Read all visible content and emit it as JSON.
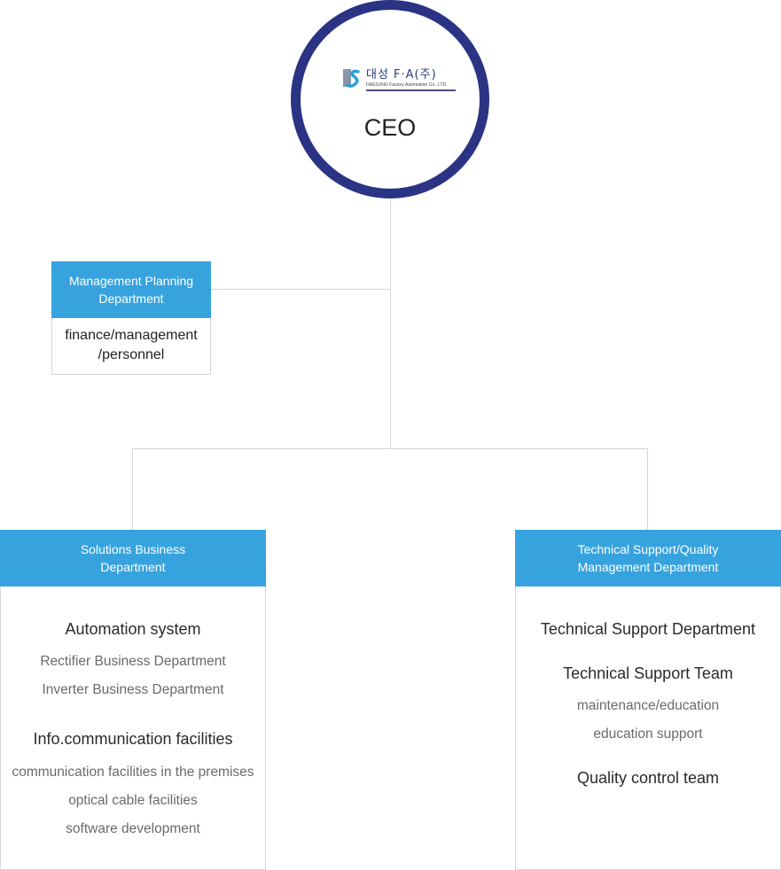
{
  "ceo": {
    "logo_korean": "대성 F·A(주)",
    "logo_english": "DAESUNG Factory Automation Co., LTD.",
    "title": "CEO"
  },
  "management": {
    "header": "Management Planning\nDepartment",
    "body": "finance/management\n/personnel"
  },
  "solutions": {
    "header": "Solutions Business\nDepartment",
    "group1_title": "Automation system",
    "group1_items": [
      "Rectifier Business Department",
      "Inverter Business Department"
    ],
    "group2_title": "Info.communication facilities",
    "group2_items": [
      "communication facilities in the premises",
      "optical cable facilities",
      "software development"
    ]
  },
  "technical": {
    "header": "Technical Support/Quality\nManagement Department",
    "title1": "Technical Support Department",
    "title2": "Technical Support Team",
    "items": [
      "maintenance/education",
      "education support"
    ],
    "title3": "Quality control team"
  },
  "colors": {
    "circle_border": "#2b3384",
    "header_bg": "#37a3de",
    "connector": "#d6d6d6"
  }
}
